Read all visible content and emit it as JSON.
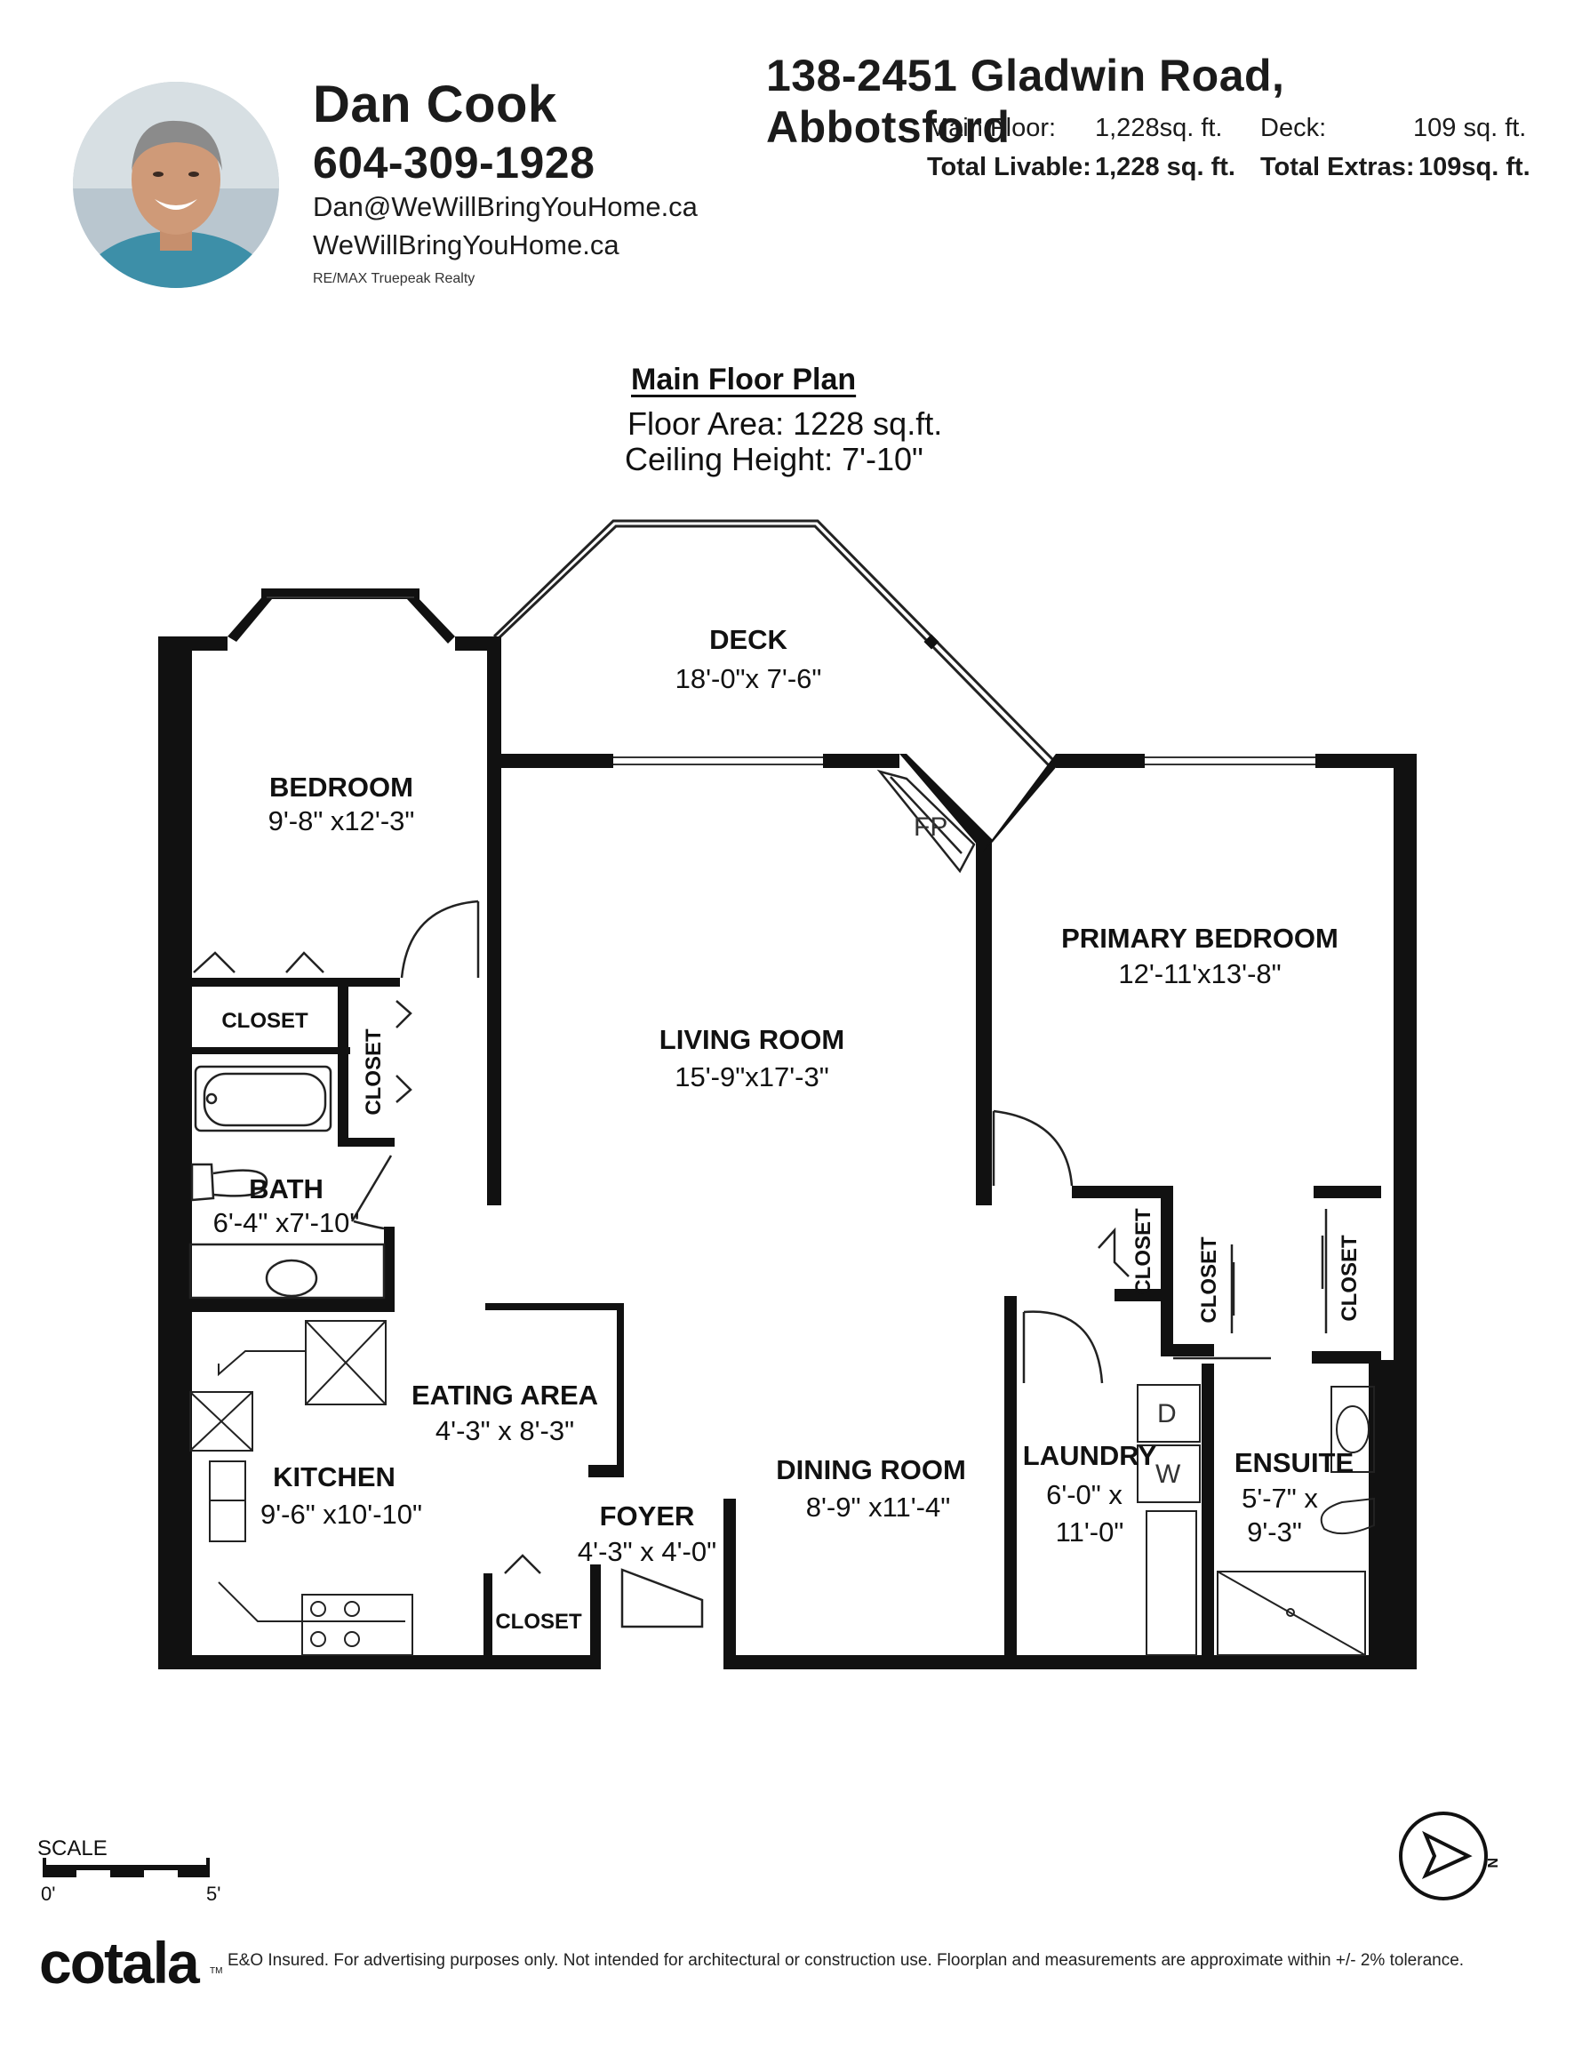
{
  "agent": {
    "name": "Dan Cook",
    "phone": "604-309-1928",
    "email": "Dan@WeWillBringYouHome.ca",
    "website": "WeWillBringYouHome.ca",
    "brokerage": "RE/MAX Truepeak Realty"
  },
  "property": {
    "address": "138-2451 Gladwin Road, Abbotsford",
    "main_floor_label": "Main Floor:",
    "main_floor_value": "1,228",
    "deck_label": "Deck:",
    "deck_value": "109",
    "unit": "sq. ft.",
    "total_livable_label": "Total Livable:",
    "total_livable_value": "1,228 sq. ft.",
    "total_extras_label": "Total Extras:",
    "total_extras_value": "109sq. ft."
  },
  "plan": {
    "title": "Main Floor Plan",
    "floor_area": "Floor Area: 1228 sq.ft.",
    "ceiling_height": "Ceiling Height: 7'-10\""
  },
  "rooms": {
    "deck": {
      "name": "DECK",
      "dim": "18'-0\"x 7'-6\""
    },
    "bedroom": {
      "name": "BEDROOM",
      "dim": "9'-8\" x12'-3\""
    },
    "living": {
      "name": "LIVING ROOM",
      "dim": "15'-9\"x17'-3\""
    },
    "primary": {
      "name": "PRIMARY BEDROOM",
      "dim": "12'-11'x13'-8\""
    },
    "bath": {
      "name": "BATH",
      "dim": "6'-4\" x7'-10\""
    },
    "eating": {
      "name": "EATING AREA",
      "dim": "4'-3\" x 8'-3\""
    },
    "kitchen": {
      "name": "KITCHEN",
      "dim": "9'-6\" x10'-10\""
    },
    "foyer": {
      "name": "FOYER",
      "dim": "4'-3\" x 4'-0\""
    },
    "dining": {
      "name": "DINING ROOM",
      "dim": "8'-9\" x11'-4\""
    },
    "laundry": {
      "name": "LAUNDRY",
      "dim1": "6'-0\" x",
      "dim2": "11'-0\""
    },
    "ensuite": {
      "name": "ENSUITE",
      "dim1": "5'-7\" x",
      "dim2": "9'-3\""
    }
  },
  "closets": {
    "label": "CLOSET",
    "fireplace": "FP",
    "dryer": "D",
    "washer": "W"
  },
  "scale": {
    "label": "SCALE",
    "start": "0'",
    "end": "5'"
  },
  "compass": {
    "letter": "N"
  },
  "footer": {
    "logo": "cotala",
    "tm": "TM",
    "disclaimer": "E&O Insured. For advertising purposes only. Not intended for architectural or construction use. Floorplan and measurements are approximate within +/- 2% tolerance."
  }
}
